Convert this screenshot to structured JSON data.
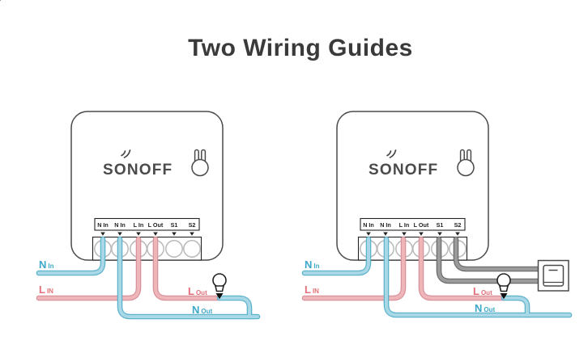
{
  "title": "Two Wiring Guides",
  "device": {
    "brand": "SONOFF",
    "terminals": [
      "N In",
      "N In",
      "L In",
      "L Out",
      "S1",
      "S2"
    ]
  },
  "wire_labels": {
    "n_in": {
      "main": "N",
      "sub": "In"
    },
    "l_in": {
      "main": "L",
      "sub": "IN"
    },
    "l_out": {
      "main": "L",
      "sub": "Out"
    },
    "n_out": {
      "main": "N",
      "sub": "Out"
    }
  },
  "diagrams": [
    {
      "position": "left",
      "has_external_switch": false,
      "wired_terminals": [
        "N In",
        "N In",
        "L In",
        "L Out"
      ]
    },
    {
      "position": "right",
      "has_external_switch": true,
      "wired_terminals": [
        "N In",
        "N In",
        "L In",
        "L Out",
        "S1",
        "S2"
      ]
    }
  ],
  "colors": {
    "title_color": "#3a3a3a",
    "device_stroke": "#4a4a4a",
    "terminal_text": "#222222",
    "circle_stroke": "#b9b9b9",
    "wire_blue_fill": "#a8d8e6",
    "wire_blue_stroke": "#5eb3cc",
    "wire_red_fill": "#efb6ba",
    "wire_red_stroke": "#d9929b",
    "wire_gray_fill": "#9b9b9b",
    "wire_gray_stroke": "#6d6d6d",
    "label_blue": "#3ba7c9",
    "label_red": "#e2707a"
  }
}
